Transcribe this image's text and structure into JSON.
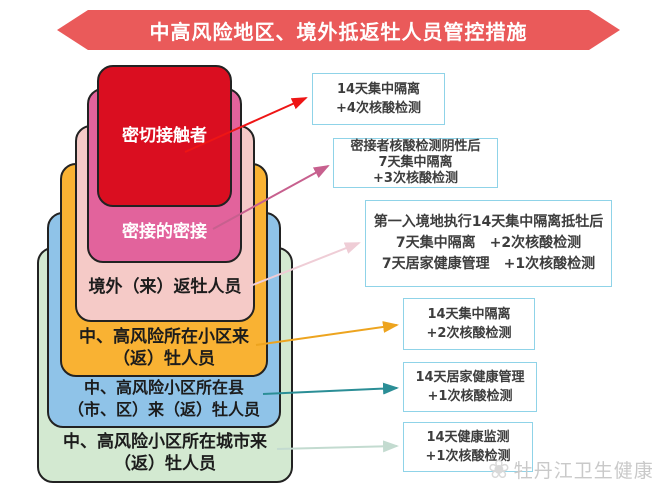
{
  "title": {
    "text": "中高风险地区、境外抵返牡人员管控措施"
  },
  "pyramid": {
    "layers": [
      {
        "name": "close-contacts",
        "fill": "#da0e20",
        "text_color": "#ffffff",
        "lines": [
          "密切接触者"
        ]
      },
      {
        "name": "contacts-of-contacts",
        "fill": "#e2639c",
        "text_color": "#ffffff",
        "lines": [
          "密接的密接"
        ]
      },
      {
        "name": "overseas-returnees",
        "fill": "#f5cac7",
        "text_color": "#1c1c1c",
        "lines": [
          "境外（来）返牡人员"
        ]
      },
      {
        "name": "risk-community",
        "fill": "#f9b233",
        "text_color": "#1c1c1c",
        "lines": [
          "中、高风险所在小区来",
          "（返）牡人员"
        ]
      },
      {
        "name": "risk-county",
        "fill": "#8fc3e8",
        "text_color": "#1c1c1c",
        "lines": [
          "中、高风险小区所在县",
          "（市、区）来（返）牡人员"
        ]
      },
      {
        "name": "risk-city",
        "fill": "#d3e9d1",
        "text_color": "#1c1c1c",
        "lines": [
          "中、高风险小区所在城市来",
          "（返）牡人员"
        ]
      }
    ]
  },
  "measures": [
    {
      "name": "close-contacts",
      "arrow_color": "#ee1515",
      "lines": [
        "14天集中隔离",
        "+4次核酸检测"
      ]
    },
    {
      "name": "contacts-of-contacts",
      "arrow_color": "#c7608e",
      "lines": [
        "密接者核酸检测阴性后",
        "7天集中隔离",
        "+3次核酸检测"
      ]
    },
    {
      "name": "overseas-returnees",
      "arrow_color": "#efcdd6",
      "lines": [
        "第一入境地执行14天集中隔离抵牡后",
        "7天集中隔离　+2次核酸检测",
        "7天居家健康管理　+1次核酸检测"
      ]
    },
    {
      "name": "risk-community",
      "arrow_color": "#eda41f",
      "lines": [
        "14天集中隔离",
        "+2次核酸检测"
      ]
    },
    {
      "name": "risk-county",
      "arrow_color": "#2b8e96",
      "lines": [
        "14天居家健康管理",
        "+1次核酸检测"
      ]
    },
    {
      "name": "risk-city",
      "arrow_color": "#c3dbd0",
      "lines": [
        "14天健康监测",
        "+1次核酸检测"
      ]
    }
  ],
  "watermark": {
    "icon": "flower-icon",
    "text": "牡丹江卫生健康"
  },
  "colors": {
    "banner": "#ea5a5a",
    "box_border": "#8fd3e8",
    "box_text": "#3d3d3d",
    "layer_outline": "#222222",
    "watermark_text": "#c9c9c9"
  }
}
